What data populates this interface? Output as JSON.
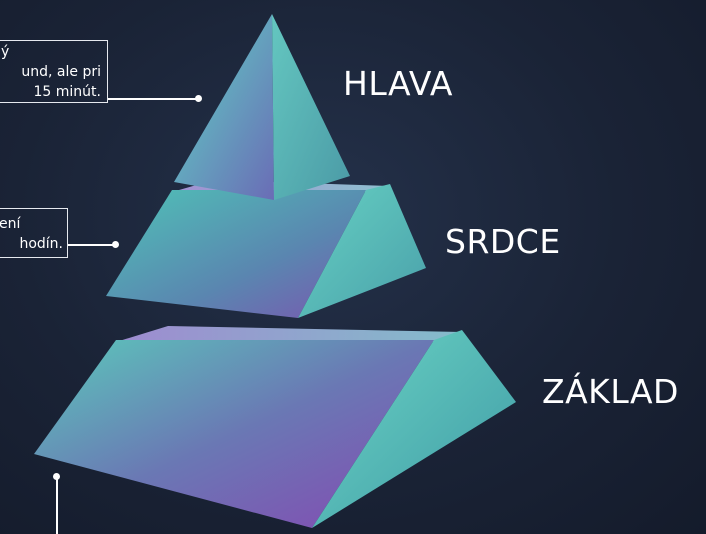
{
  "levels": {
    "top": "HLAVA",
    "middle": "SRDCE",
    "base": "ZÁKLAD"
  },
  "notes": {
    "top": {
      "line1": "ý",
      "line2": "und, ale pri",
      "line3": "15 minút."
    },
    "middle": {
      "line1": "ení",
      "line2": "hodín."
    }
  },
  "colors": {
    "background": "#1a2336",
    "pyramid_teal": "#5fd3c1",
    "pyramid_purple": "#7a4fb0",
    "text": "#ffffff"
  }
}
